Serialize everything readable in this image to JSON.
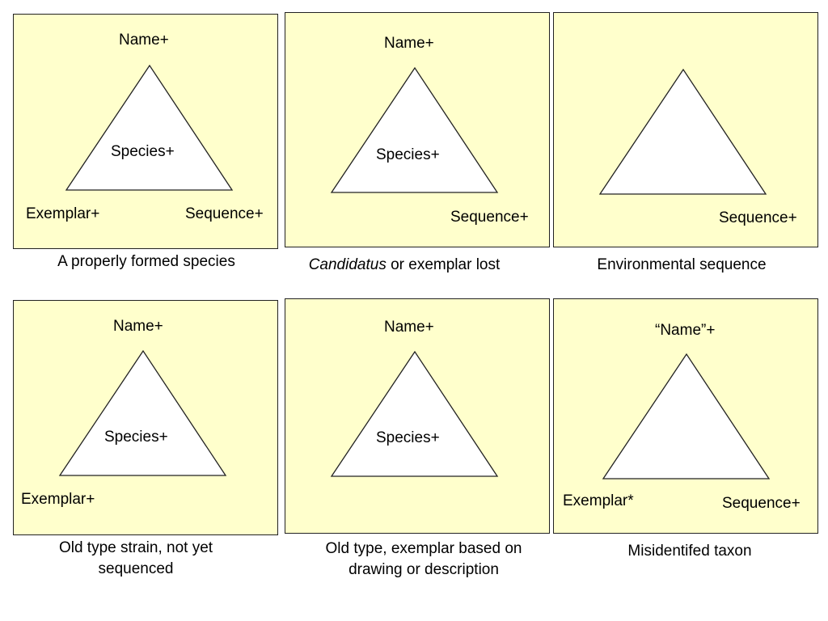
{
  "colors": {
    "panel_fill": "#ffffcc",
    "triangle_fill": "#ffffff",
    "stroke": "#222222"
  },
  "panels": [
    {
      "name": "Name+",
      "species": "Species+",
      "exemplar": "Exemplar+",
      "sequence": "Sequence+",
      "caption": "A properly formed species"
    },
    {
      "name": "Name+",
      "species": "Species+",
      "sequence": "Sequence+",
      "caption_italic": "Candidatus",
      "caption_rest": " or exemplar lost"
    },
    {
      "sequence": "Sequence+",
      "caption": "Environmental sequence"
    },
    {
      "name": "Name+",
      "species": "Species+",
      "exemplar": "Exemplar+",
      "caption": "Old type strain, not yet sequenced"
    },
    {
      "name": "Name+",
      "species": "Species+",
      "caption": "Old type, exemplar based on drawing or description"
    },
    {
      "name": "“Name”+",
      "exemplar": "Exemplar*",
      "sequence": "Sequence+",
      "caption": "Misidentifed taxon"
    }
  ]
}
